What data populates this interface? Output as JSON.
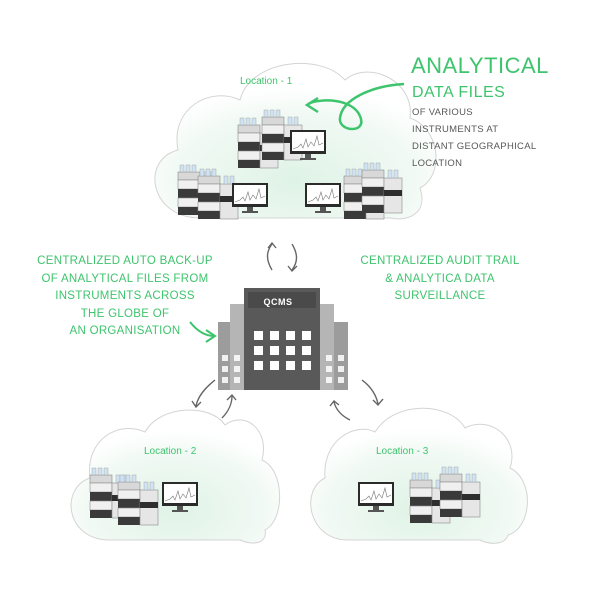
{
  "header": {
    "title": "ANALYTICAL",
    "subtitle": "DATA FILES",
    "lines": [
      "OF VARIOUS",
      "INSTRUMENTS AT",
      "DISTANT GEOGRAPHICAL",
      "LOCATION"
    ]
  },
  "locations": [
    "Location - 1",
    "Location - 2",
    "Location - 3"
  ],
  "left_text": [
    "CENTRALIZED AUTO BACK-UP",
    "OF ANALYTICAL FILES FROM",
    "INSTRUMENTS ACROSS",
    "THE  GLOBE OF",
    "AN ORGANISATION"
  ],
  "right_text": [
    "CENTRALIZED AUDIT TRAIL",
    "& ANALYTICA DATA",
    "SURVEILLANCE"
  ],
  "building_label": "QCMS",
  "colors": {
    "accent": "#3ec46d",
    "building": "#5a5a5a",
    "building_light": "#9a9a9a",
    "cloud_fill": "#eef8f1"
  }
}
